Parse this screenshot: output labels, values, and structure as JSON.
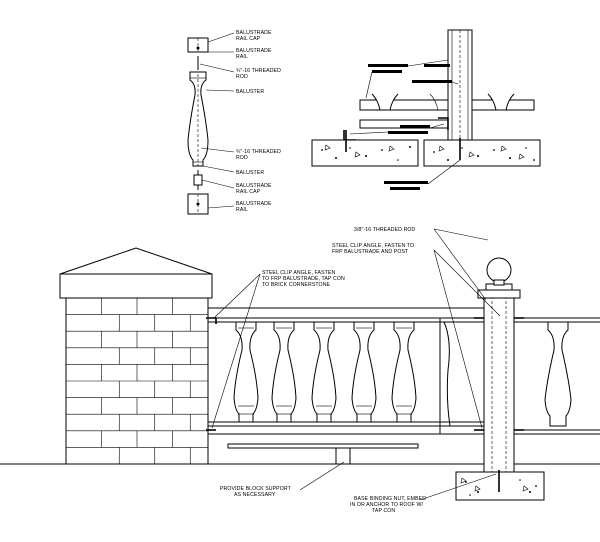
{
  "top_detail": {
    "labels": [
      "BALUSTRADE\nRAIL CAP",
      "BALUSTRADE\nRAIL",
      "¾\"-16 THREADED\nROD",
      "BALUSTER",
      "¾\"-16 THREADED\nROD",
      "BALUSTER",
      "BALUSTRADE\nRAIL CAP",
      "BALUSTRADE\nRAIL"
    ]
  },
  "main_elevation": {
    "callouts": {
      "threaded_rod": "3/8\"-16 THREADED ROD",
      "steel_clip_post": "STEEL CLIP ANGLE, FASTEN TO\nFRP BALUSTRADE AND POST",
      "steel_clip_brick": "STEEL CLIP ANGLE, FASTEN\nTO FRP BALUSTRADE, TAP CON\nTO BRICK CORNERSTONE",
      "block_support": "PROVIDE BLOCK SUPPORT\nAS NECESSARY",
      "base_nut": "BASE BINDING NUT, EMBED\nIN OR ANCHOR TO ROOF W/\nTAP CON"
    }
  }
}
